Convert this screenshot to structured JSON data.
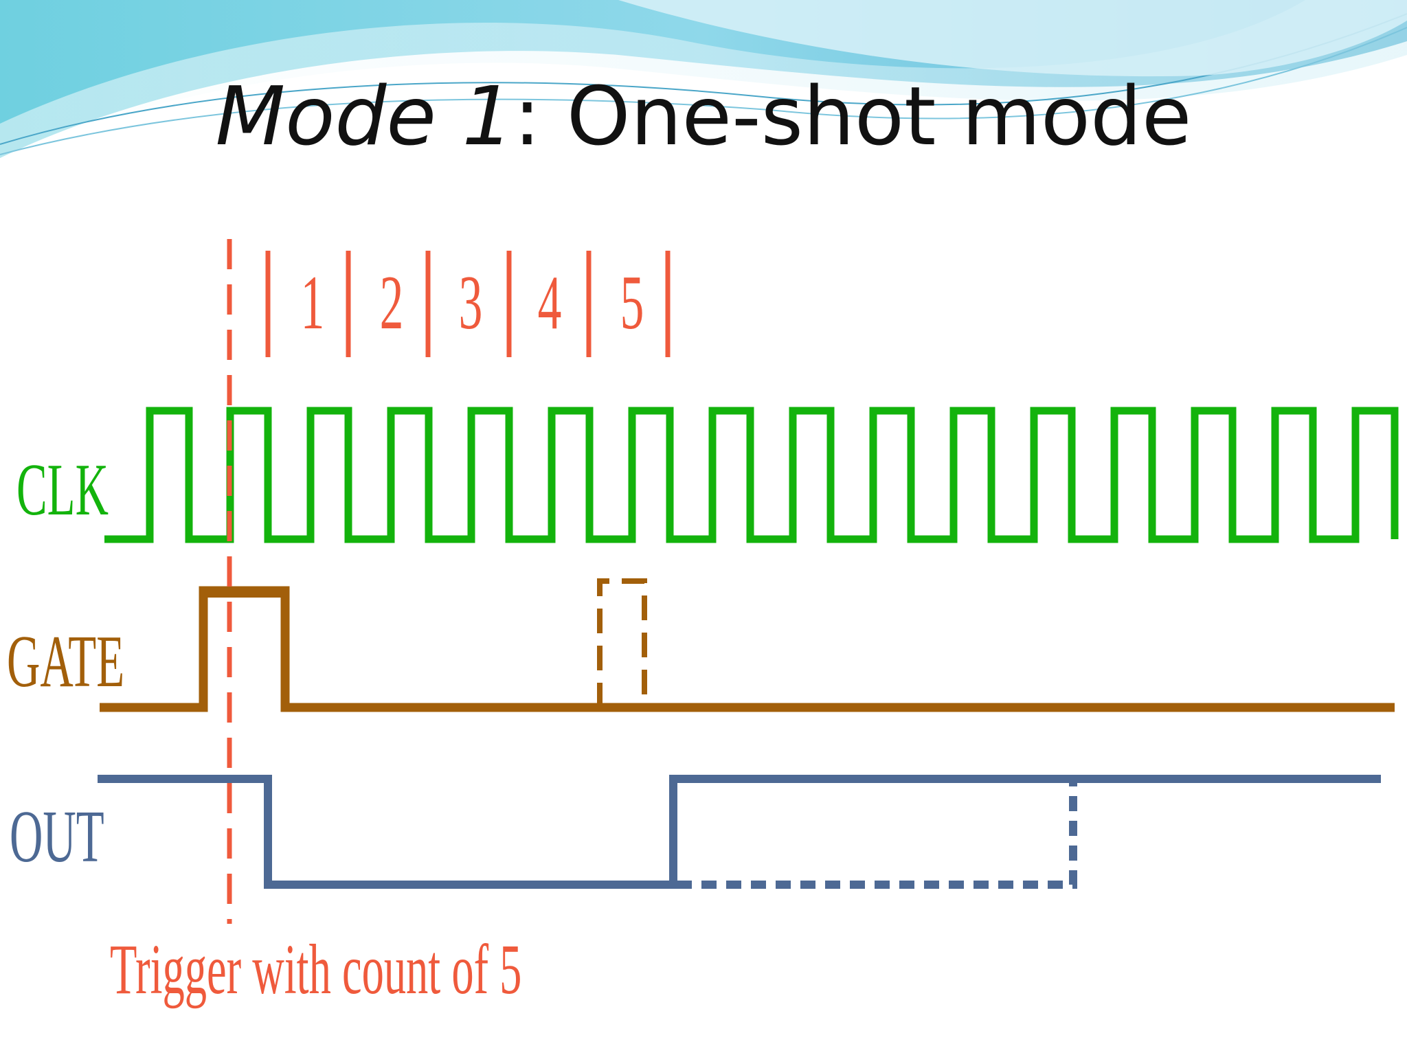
{
  "title": {
    "italic_part": "Mode 1",
    "rest": ": One-shot mode"
  },
  "signals": [
    {
      "name": "CLK",
      "color": "#13b30c"
    },
    {
      "name": "GATE",
      "color": "#a25f0a"
    },
    {
      "name": "OUT",
      "color": "#4d6994"
    }
  ],
  "count_labels": [
    "1",
    "2",
    "3",
    "4",
    "5"
  ],
  "count_color": "#ef5a3c",
  "trigger_note": "Trigger with count of 5"
}
